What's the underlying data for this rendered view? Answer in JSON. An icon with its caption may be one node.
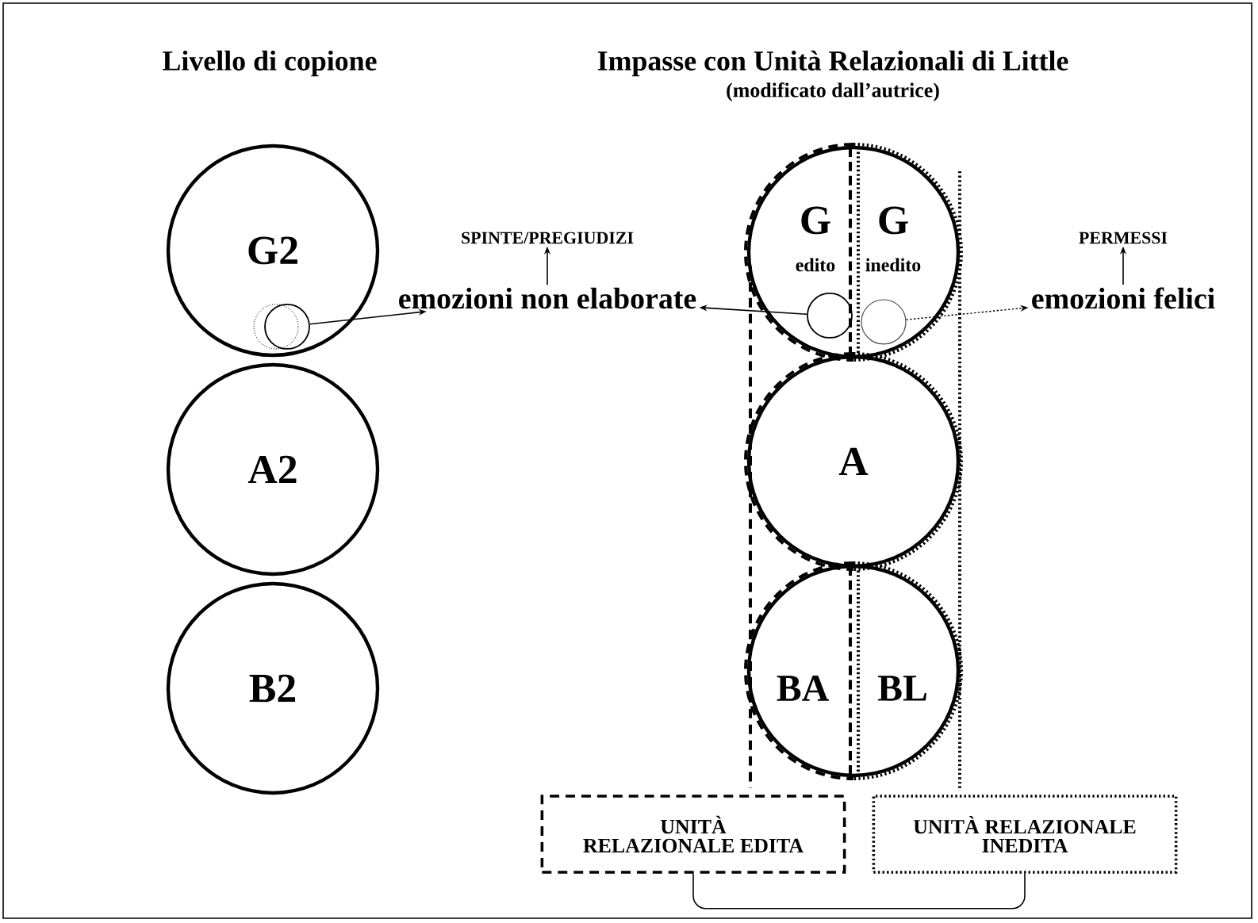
{
  "diagram": {
    "nodes": [
      {
        "text": [
          "G2"
        ]
      },
      {
        "text": [
          "A2"
        ]
      },
      {
        "text": [
          "B2"
        ]
      },
      {
        "text": [],
        "shape": "circle",
        "in": 0
      },
      {
        "text": [
          "emozioni non elaborate"
        ]
      },
      {
        "text": [
          "SPINTE/PREGIUDIZI"
        ]
      },
      {
        "text": [
          "G",
          "edito",
          "G",
          "inedito"
        ]
      },
      {
        "text": [],
        "shape": "circle",
        "in": 6
      },
      {
        "text": [],
        "shape": "circle",
        "in": 6
      },
      {
        "text": [
          "emozioni felici"
        ]
      },
      {
        "text": [
          "PERMESSI"
        ]
      },
      {
        "text": [
          "A"
        ]
      },
      {
        "text": [
          "BA",
          "BL"
        ]
      },
      {
        "text": [
          "UNITÀ RELAZIONALE EDITA"
        ]
      },
      {
        "text": [
          "UNITÀ RELAZIONALE INEDITA"
        ]
      }
    ],
    "edges": [
      {
        "from": 3,
        "to": 4,
        "arrow": "to"
      },
      {
        "from": 4,
        "to": 5,
        "arrow": "to"
      },
      {
        "from": 7,
        "to": 4,
        "arrow": "to"
      },
      {
        "from": 8,
        "to": 9,
        "arrow": "to",
        "style": "dashed"
      },
      {
        "from": 9,
        "to": 10,
        "arrow": "to"
      },
      {
        "from": 13,
        "to": 14,
        "arrow": "none"
      }
    ],
    "labels": [
      "Livello di copione",
      "Impasse con Unità Relazionali di Little",
      "(modificato dall’autrice)"
    ]
  }
}
